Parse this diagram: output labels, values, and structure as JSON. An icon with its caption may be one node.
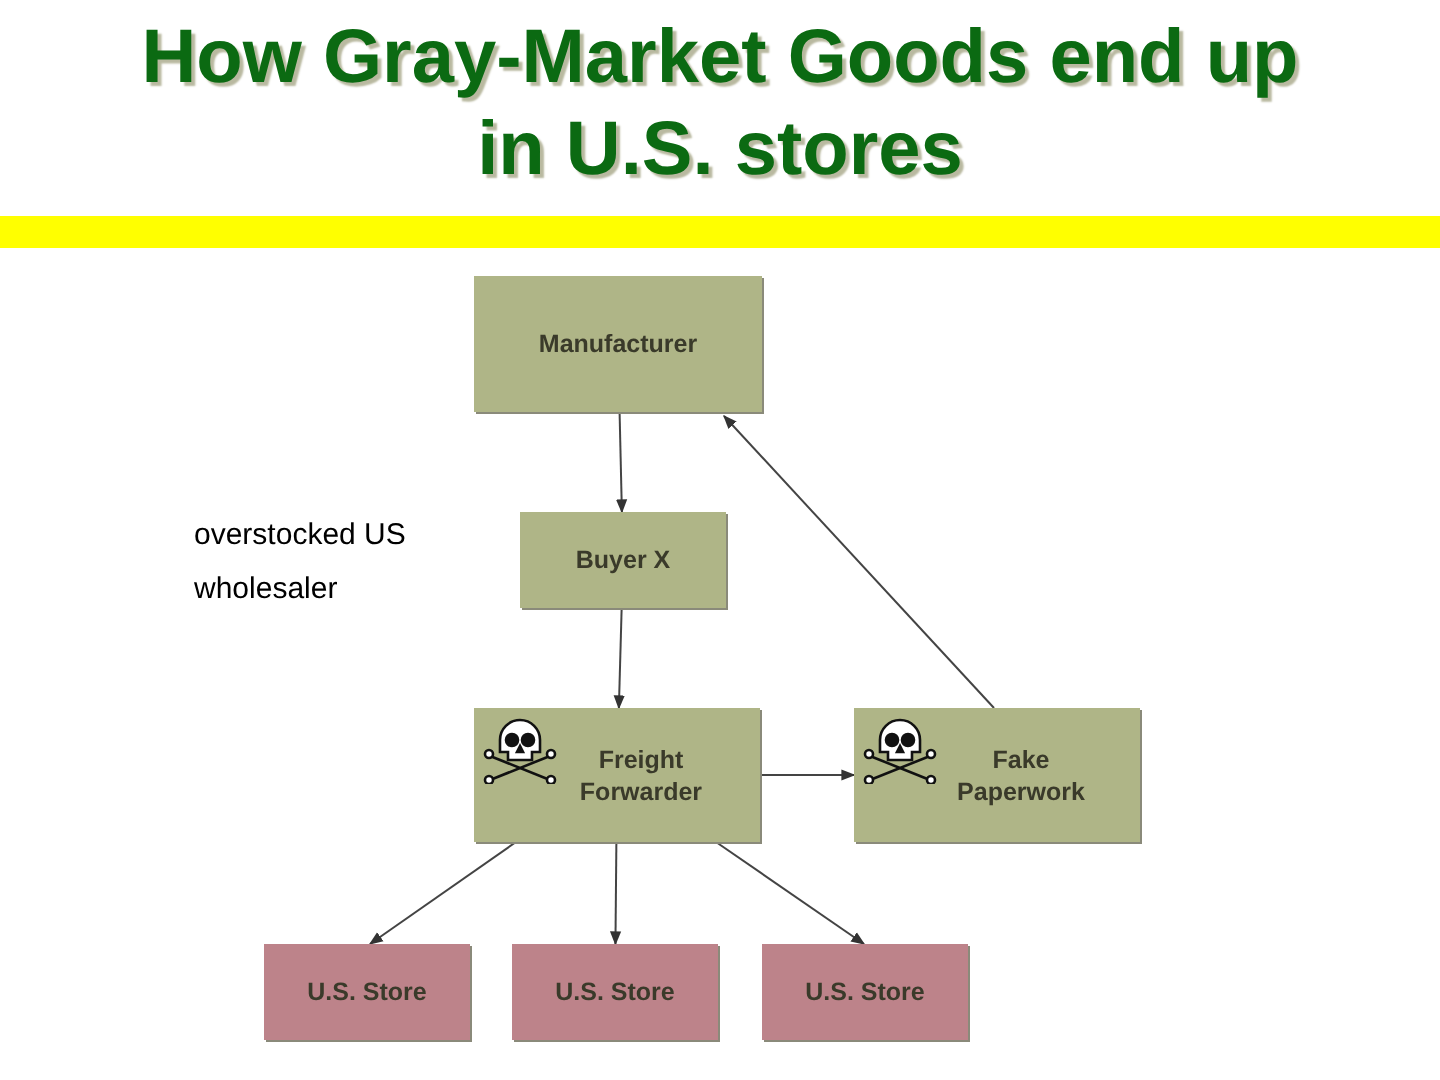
{
  "diagram": {
    "title": "How Gray-Market Goods end up in U.S. stores",
    "nodes": [
      {
        "text": [
          "Manufacturer"
        ]
      },
      {
        "text": [
          "Buyer X"
        ],
        "beside": [
          "overstocked US wholesaler"
        ]
      },
      {
        "text": [
          "Freight Forwarder"
        ]
      },
      {
        "text": [
          "Fake Paperwork"
        ]
      },
      {
        "text": [
          "U.S. Store"
        ]
      },
      {
        "text": [
          "U.S. Store"
        ]
      },
      {
        "text": [
          "U.S. Store"
        ]
      }
    ],
    "edges": [
      {
        "from": 0,
        "to": 1,
        "arrow": "to"
      },
      {
        "from": 1,
        "to": 2,
        "arrow": "to"
      },
      {
        "from": 2,
        "to": 3,
        "arrow": "to"
      },
      {
        "from": 3,
        "to": 0,
        "arrow": "to"
      },
      {
        "from": 2,
        "to": 4,
        "arrow": "to"
      },
      {
        "from": 2,
        "to": 5,
        "arrow": "to"
      },
      {
        "from": 2,
        "to": 6,
        "arrow": "to"
      }
    ]
  }
}
